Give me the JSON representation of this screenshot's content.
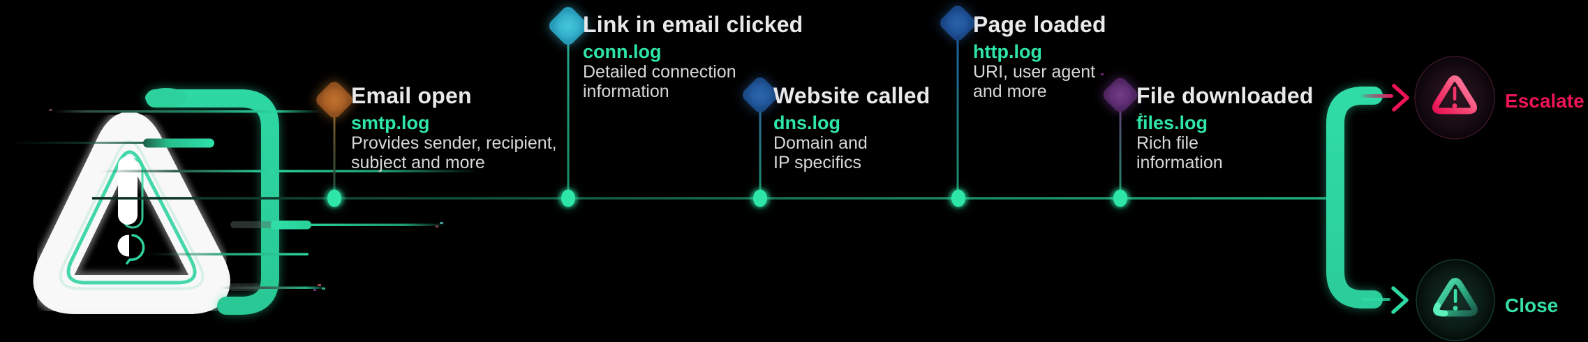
{
  "logo": {
    "name": "glitch-warning-triangle",
    "description_icon": "alert-triangle-icon"
  },
  "milestones": [
    {
      "title": "Email open",
      "log": "smtp.log",
      "desc_lines": [
        "Provides sender, recipient,",
        "subject and more"
      ],
      "marker_color": "#b1672a",
      "marker_icon": "diamond-marker"
    },
    {
      "title": "Link in email clicked",
      "log": "conn.log",
      "desc_lines": [
        "Detailed connection",
        "information"
      ],
      "marker_color": "#3cbcd4",
      "marker_icon": "diamond-marker"
    },
    {
      "title": "Website called",
      "log": "dns.log",
      "desc_lines": [
        "Domain and",
        "IP specifics"
      ],
      "marker_color": "#22599c",
      "marker_icon": "diamond-marker"
    },
    {
      "title": "Page loaded",
      "log": "http.log",
      "desc_lines": [
        "URI, user agent",
        "and more"
      ],
      "marker_color": "#21559c",
      "marker_icon": "diamond-marker"
    },
    {
      "title": "File downloaded",
      "log": "files.log",
      "desc_lines": [
        "Rich file",
        "information"
      ],
      "marker_color": "#663379",
      "marker_icon": "diamond-marker"
    }
  ],
  "outcomes": [
    {
      "label": "Escalate",
      "color": "#ee1456",
      "icon": "alert-triangle-icon",
      "arrow_icon": "chevron-right-arrow"
    },
    {
      "label": "Close",
      "color": "#35dfa5",
      "icon": "alert-triangle-icon",
      "arrow_icon": "chevron-right-arrow"
    }
  ],
  "theme": {
    "background": "#000000",
    "title_color": "#e9e9eb",
    "log_color": "#2ee6a8",
    "desc_color": "#d7d8da",
    "timeline_color": "#1c9a6e",
    "node_color": "#2ee6a8",
    "bracket_color": "#2fd9a2",
    "escalate_color": "#ee1456",
    "close_color": "#35dfa5"
  }
}
